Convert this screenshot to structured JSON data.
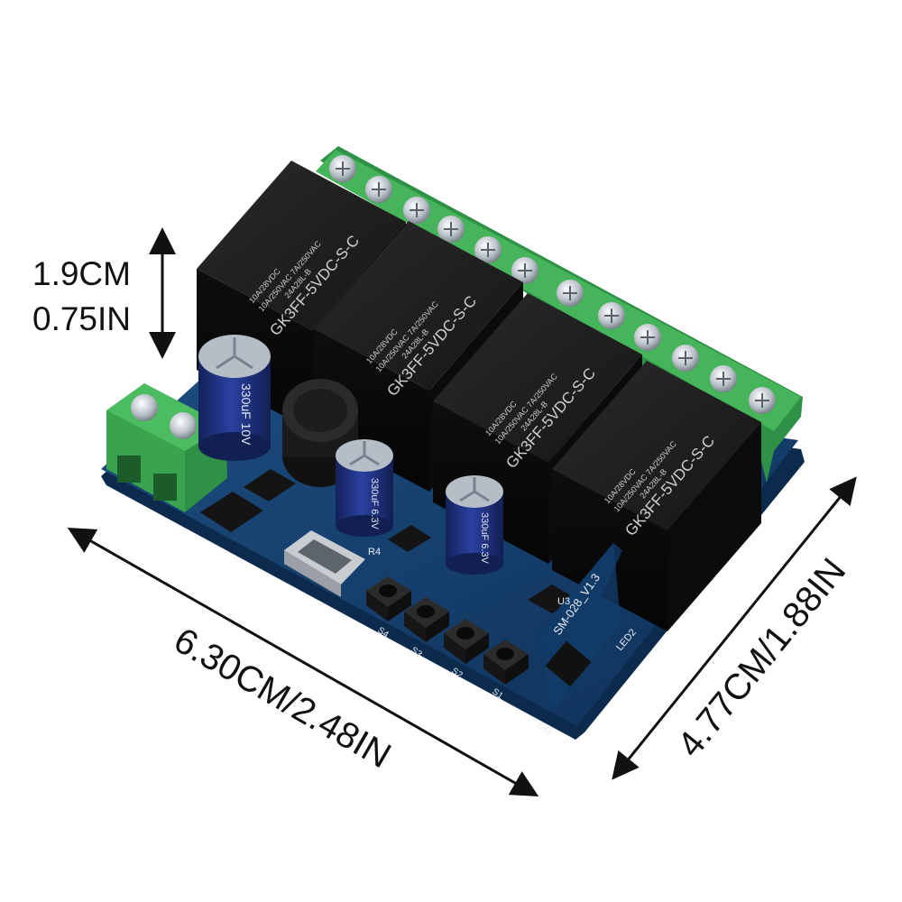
{
  "dimensions": {
    "height": {
      "line1": "1.9CM",
      "line2": "0.75IN"
    },
    "length": "6.30CM/2.48IN",
    "width": "4.77CM/1.88IN"
  },
  "relays": [
    {
      "model": "GK3FF-5VDC-S-C",
      "rating1": "10A/250VAC",
      "rating2": "10A/28VDC",
      "rating3": "7A/250VAC",
      "code": "24A28L-B"
    },
    {
      "model": "GK3FF-5VDC-S-C",
      "rating1": "10A/250VAC",
      "rating2": "10A/28VDC",
      "rating3": "7A/250VAC",
      "code": "24A28L-B"
    },
    {
      "model": "GK3FF-5VDC-S-C",
      "rating1": "10A/250VAC",
      "rating2": "10A/28VDC",
      "rating3": "7A/250VAC",
      "code": "24A28L-B"
    },
    {
      "model": "GK3FF-5VDC-S-C",
      "rating1": "10A/250VAC",
      "rating2": "10A/28VDC",
      "rating3": "7A/250VAC",
      "code": "24A28L-B"
    }
  ],
  "capacitors": {
    "large": "330uF 10V",
    "small1": "330uF 6.3V",
    "small2": "330uF 6.3V"
  },
  "module_label": "SM-028_V1.3",
  "silkscreen": {
    "buttons": [
      "S4",
      "S3",
      "S2",
      "S1"
    ],
    "led": "LED2",
    "chip": "U3",
    "resistor": "R4",
    "dm": "DM"
  },
  "colors": {
    "pcb": "#16406e",
    "relay": "#1c1c1c",
    "terminal": "#3fae55",
    "capacitor": "#1d2f78",
    "inductor": "#222222",
    "arrow": "#111111"
  }
}
